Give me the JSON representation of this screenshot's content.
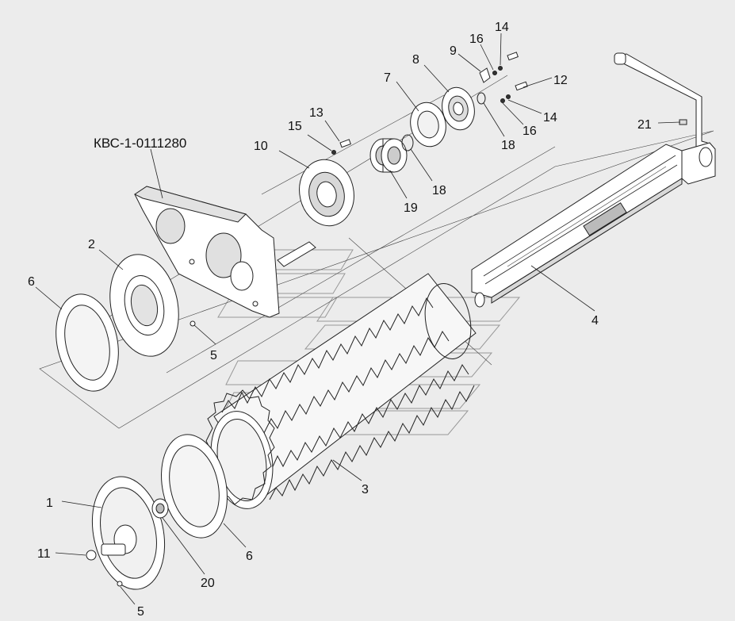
{
  "assembly_title": "КВС-1-0111280",
  "callouts": {
    "c1": "1",
    "c2": "2",
    "c3": "3",
    "c4": "4",
    "c5a": "5",
    "c5b": "5",
    "c6a": "6",
    "c6b": "6",
    "c7": "7",
    "c8": "8",
    "c9": "9",
    "c10": "10",
    "c11": "11",
    "c12": "12",
    "c13": "13",
    "c14a": "14",
    "c14b": "14",
    "c15": "15",
    "c16a": "16",
    "c16b": "16",
    "c18a": "18",
    "c18b": "18",
    "c19": "19",
    "c20": "20",
    "c21": "21"
  },
  "colors": {
    "background": "#ececec",
    "line": "#222222",
    "part_fill": "#ffffff",
    "shade": "#9a9a9a"
  }
}
